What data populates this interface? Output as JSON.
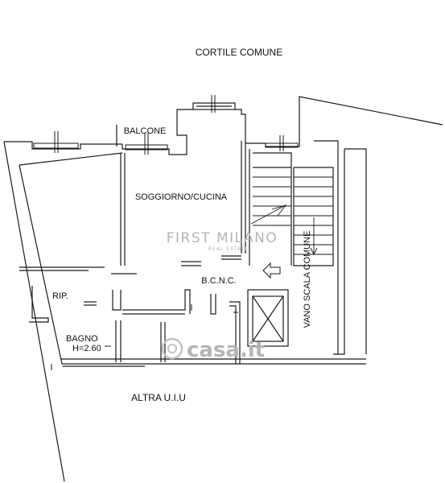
{
  "labels": {
    "cortile": "CORTILE COMUNE",
    "balcone": "BALCONE",
    "soggiorno": "SOGGIORNO/CUCINA",
    "bcnc": "B.C.N.C.",
    "rip": "RIP.",
    "bagno": "BAGNO",
    "bagno_height": "H=2.60",
    "vano_scala": "VANO SCALA COMUNE",
    "altra": "ALTRA U.I.U"
  },
  "watermarks": {
    "brand": "FIRST MILANO",
    "brand_sub": "REAL ESTATE",
    "site": "casa.it"
  },
  "colors": {
    "wall": "#1a1a1a",
    "wall_fill": "#ffffff",
    "watermark": "#b5b5b5",
    "background": "#ffffff"
  }
}
